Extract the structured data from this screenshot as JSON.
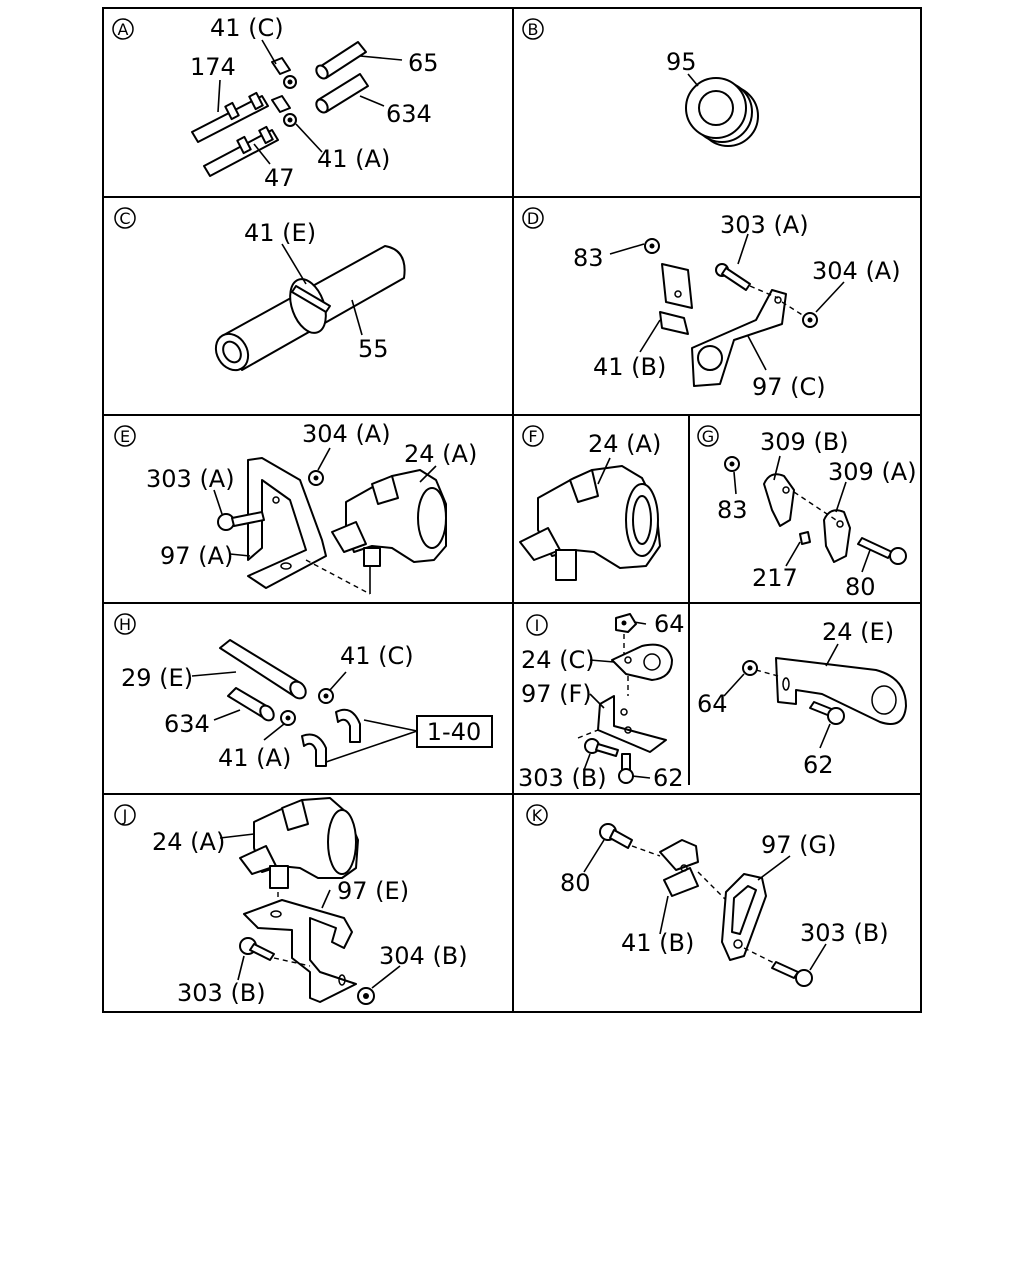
{
  "panels": {
    "A": {
      "letter": "A",
      "labels": [
        "41 (C)",
        "174",
        "65",
        "634",
        "41 (A)",
        "47"
      ]
    },
    "B": {
      "letter": "B",
      "labels": [
        "95"
      ]
    },
    "C": {
      "letter": "C",
      "labels": [
        "41 (E)",
        "55"
      ]
    },
    "D": {
      "letter": "D",
      "labels": [
        "83",
        "303 (A)",
        "304 (A)",
        "41 (B)",
        "97 (C)"
      ]
    },
    "E": {
      "letter": "E",
      "labels": [
        "304 (A)",
        "24 (A)",
        "303 (A)",
        "97 (A)"
      ]
    },
    "F": {
      "letter": "F",
      "labels": [
        "24 (A)"
      ]
    },
    "G": {
      "letter": "G",
      "labels": [
        "309 (B)",
        "309 (A)",
        "83",
        "217",
        "80"
      ]
    },
    "H": {
      "letter": "H",
      "labels": [
        "41 (C)",
        "29 (E)",
        "634",
        "41 (A)"
      ],
      "ref_box": "1-40"
    },
    "I": {
      "letter": "I",
      "labels": [
        "64",
        "24 (C)",
        "97 (F)",
        "303 (B)",
        "62"
      ]
    },
    "I2": {
      "labels": [
        "24 (E)",
        "64",
        "62"
      ]
    },
    "J": {
      "letter": "J",
      "labels": [
        "24 (A)",
        "97 (E)",
        "303 (B)",
        "304 (B)"
      ]
    },
    "K": {
      "letter": "K",
      "labels": [
        "97 (G)",
        "80",
        "41 (B)",
        "303 (B)"
      ]
    }
  }
}
